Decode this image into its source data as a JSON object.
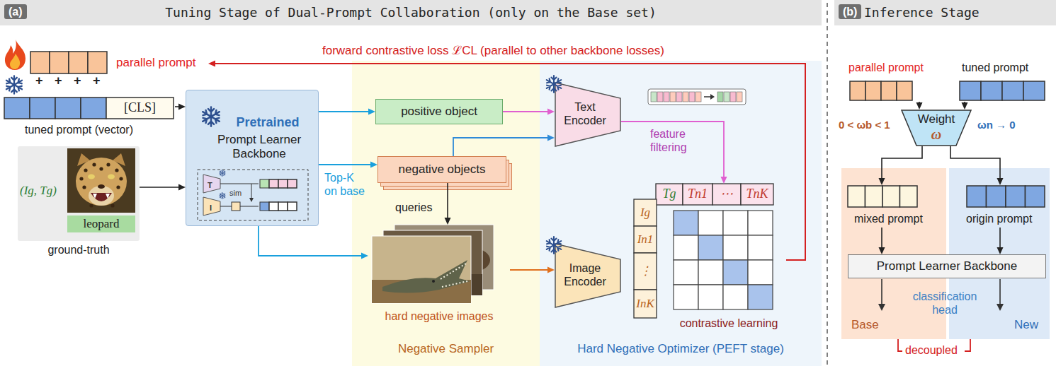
{
  "diagram": {
    "nodes": [
      {
        "text": [
          "(a)",
          "Tuning Stage of Dual-Prompt Collaboration (only on the Base set)"
        ]
      },
      {
        "text": [
          "parallel prompt"
        ]
      },
      {
        "text": [
          "[CLS]",
          "tuned prompt (vector)"
        ]
      },
      {
        "text": [
          "(Ig, Tg)",
          "leopard",
          "ground-truth"
        ]
      },
      {
        "text": [
          "Pretrained",
          "Prompt Learner Backbone"
        ]
      },
      {
        "text": [
          "Negative Sampler"
        ]
      },
      {
        "text": [
          "positive object"
        ],
        "in": 5
      },
      {
        "text": [
          "negative objects"
        ],
        "in": 5
      },
      {
        "text": [
          "hard negative images"
        ],
        "in": 5
      },
      {
        "text": [
          "Hard Negative Optimizer (PEFT stage)"
        ]
      },
      {
        "text": [
          "Text Encoder"
        ],
        "in": 9
      },
      {
        "text": [
          "Image Encoder"
        ],
        "in": 9
      },
      {
        "text": [
          "Tg",
          "Tn1",
          "⋯",
          "TnK"
        ],
        "in": 9
      },
      {
        "text": [
          "Ig",
          "In1",
          "⋮",
          "InK"
        ],
        "in": 9
      },
      {
        "text": [
          "contrastive learning"
        ],
        "in": 9
      },
      {
        "text": [
          "(b)",
          "Inference Stage"
        ]
      },
      {
        "text": [
          "parallel prompt"
        ]
      },
      {
        "text": [
          "tuned prompt"
        ]
      },
      {
        "text": [
          "Weight",
          "ω"
        ]
      },
      {
        "text": [
          "Base"
        ]
      },
      {
        "text": [
          "New"
        ]
      },
      {
        "text": [
          "mixed prompt"
        ],
        "in": 19
      },
      {
        "text": [
          "origin prompt"
        ],
        "in": 20
      },
      {
        "text": [
          "Prompt Learner Backbone"
        ]
      }
    ],
    "edges": [
      {
        "from": 14,
        "to": 1,
        "arrow": "to",
        "label": "forward contrastive loss ℒCL (parallel to other backbone losses)"
      },
      {
        "from": 2,
        "to": 4,
        "arrow": "to"
      },
      {
        "from": 3,
        "to": 4,
        "arrow": "to"
      },
      {
        "from": 4,
        "to": 6,
        "arrow": "to"
      },
      {
        "from": 4,
        "to": 7,
        "arrow": "to",
        "label": "Top-K on base"
      },
      {
        "from": 4,
        "to": 8,
        "arrow": "to"
      },
      {
        "from": 7,
        "to": 8,
        "arrow": "to",
        "label": "queries"
      },
      {
        "from": 7,
        "to": 10,
        "arrow": "to"
      },
      {
        "from": 6,
        "to": 10,
        "arrow": "to"
      },
      {
        "from": 10,
        "to": 12,
        "arrow": "to",
        "label": "feature filtering"
      },
      {
        "from": 8,
        "to": 11,
        "arrow": "to"
      },
      {
        "from": 16,
        "to": 18,
        "arrow": "to"
      },
      {
        "from": 17,
        "to": 18,
        "arrow": "to"
      },
      {
        "from": 18,
        "to": 21,
        "arrow": "to",
        "label": "0 < ωb < 1"
      },
      {
        "from": 18,
        "to": 22,
        "arrow": "to",
        "label": "ωn → 0"
      },
      {
        "from": 21,
        "to": 23,
        "arrow": "to"
      },
      {
        "from": 22,
        "to": 23,
        "arrow": "to"
      }
    ],
    "labels": [
      "+",
      "+",
      "+",
      "+",
      "T",
      "I",
      "sim",
      "classification head",
      "decoupled"
    ]
  }
}
